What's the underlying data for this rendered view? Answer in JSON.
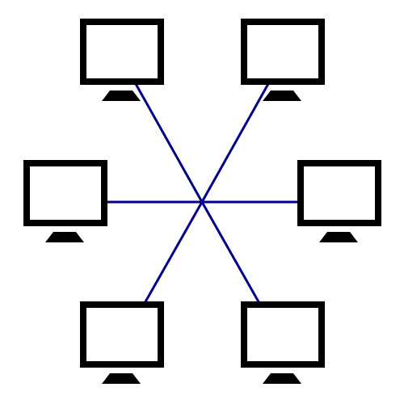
{
  "diagram": {
    "topology": "star",
    "colors": {
      "background": "#ffffff",
      "monitor": "#000000",
      "screen": "#ffffff",
      "link": "#00008b"
    },
    "hub": {
      "name": "central-node"
    },
    "nodes": [
      {
        "name": "computer-top-left",
        "icon": "monitor-icon"
      },
      {
        "name": "computer-top-right",
        "icon": "monitor-icon"
      },
      {
        "name": "computer-middle-left",
        "icon": "monitor-icon"
      },
      {
        "name": "computer-middle-right",
        "icon": "monitor-icon"
      },
      {
        "name": "computer-bottom-left",
        "icon": "monitor-icon"
      },
      {
        "name": "computer-bottom-right",
        "icon": "monitor-icon"
      }
    ],
    "links": [
      {
        "from": "central-node",
        "to": "computer-top-left"
      },
      {
        "from": "central-node",
        "to": "computer-top-right"
      },
      {
        "from": "central-node",
        "to": "computer-middle-left"
      },
      {
        "from": "central-node",
        "to": "computer-middle-right"
      },
      {
        "from": "central-node",
        "to": "computer-bottom-left"
      },
      {
        "from": "central-node",
        "to": "computer-bottom-right"
      }
    ]
  }
}
